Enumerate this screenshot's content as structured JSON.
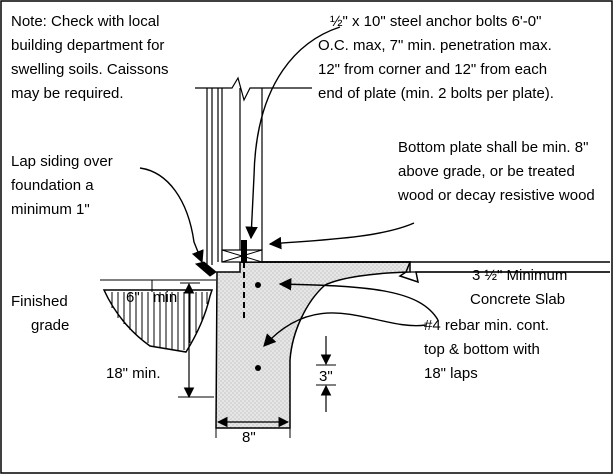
{
  "notes": {
    "general": [
      "Note: Check with local",
      "building department for",
      "swelling soils.  Caissons",
      "may be required."
    ],
    "anchor_bolts": [
      "½\" x 10\" steel anchor bolts 6'-0\"",
      "O.C. max, 7\" min. penetration max.",
      "12\" from corner and 12\" from each",
      "end of plate (min. 2 bolts per plate)."
    ],
    "bottom_plate": [
      "Bottom plate shall be min. 8\"",
      "above grade, or be treated",
      "wood or decay resistive wood"
    ],
    "lap_siding": [
      "Lap siding over",
      "foundation a",
      "minimum 1\""
    ],
    "slab": [
      "3 ½\" Minimum",
      "Concrete Slab"
    ],
    "finished_grade": [
      "Finished",
      "grade"
    ],
    "rebar": [
      "#4 rebar min. cont.",
      "top & bottom with",
      "18\" laps"
    ]
  },
  "dimensions": {
    "above_grade": "6\"",
    "above_grade_suffix": "min",
    "depth": "18\" min.",
    "thickened_edge": "3\"",
    "footing_width": "8\""
  },
  "colors": {
    "line": "#000000",
    "concrete": "#dcdcdc",
    "soil_hatch": "#000000"
  }
}
